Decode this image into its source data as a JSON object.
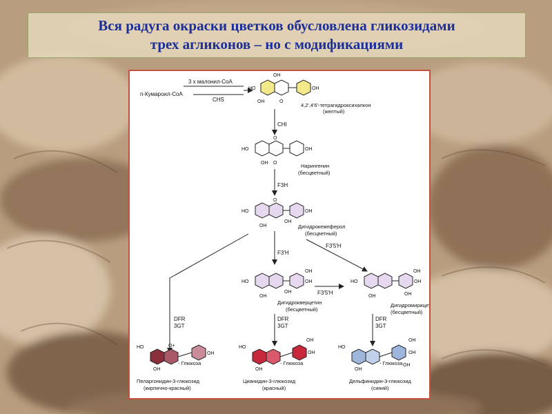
{
  "title": {
    "line1": "Вся радуга окраски цветков обусловлена гликозидами",
    "line2": "трех агликонов – но  с  модификациями"
  },
  "diagram": {
    "precursor_malonyl": "3 x малонил-CoA",
    "precursor_coumaroyl": "п-Кумароил-CoA",
    "enzyme_chs": "CHS",
    "chalcone_name": "4,2′,4′6′-тетрагидроксихалкон",
    "chalcone_color": "(желтый)",
    "enzyme_chi": "CHI",
    "naringenin_name": "Нарингенин",
    "naringenin_color": "(бесцветный)",
    "enzyme_f3h": "F3H",
    "dhk_name": "Дигидрокемпферол",
    "dhk_color": "(бесцветный)",
    "enzyme_f35h": "F3′5′H",
    "enzyme_f3prime_h": "F3′H",
    "dhq_name": "Дигидрокверцетин",
    "dhq_color": "(бесцветный)",
    "enzyme_f35h_2": "F3′5′H",
    "dhm_name": "Дигидромирицетин",
    "dhm_color": "(бесцветный)",
    "enzyme_dfr": "DFR",
    "enzyme_3gt": "3GT",
    "glucose_label": "- Глюкоза",
    "pelargonidin_name": "Пеларгонидин-3-глюкозид",
    "pelargonidin_color": "(кирпично-красный)",
    "cyanidin_name": "Цианидин-3-глюкозид",
    "cyanidin_color": "(красный)",
    "delphinidin_name": "Дельфинидин-3-глюкозид",
    "delphinidin_color": "(синий)",
    "ho": "HO",
    "oh": "OH",
    "o": "O",
    "o_plus": "O+"
  },
  "colors": {
    "title_text": "#1a2f9a",
    "frame_border": "#c4513b",
    "chalcone_fill": "#f2e98a",
    "colorless_fill": "#e6d9ef",
    "pelargonidin_fill": "#8c2f3c",
    "cyanidin_fill": "#c8283c",
    "delphinidin_fill": "#9fb6dc"
  }
}
